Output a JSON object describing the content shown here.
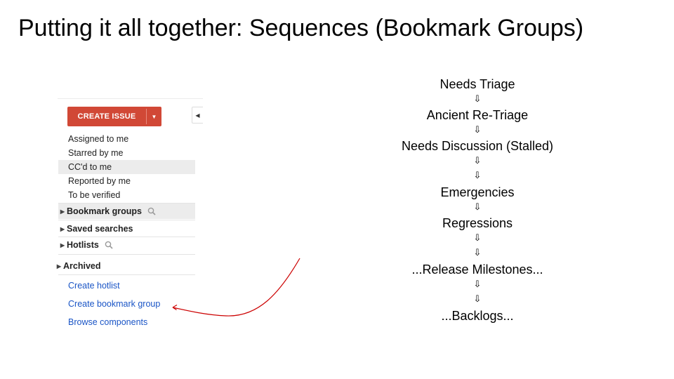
{
  "slide": {
    "title": "Putting it all together: Sequences (Bookmark Groups)"
  },
  "sidebar": {
    "create_button": "CREATE ISSUE",
    "dropdown_icon": "caret-down",
    "collapse_icon": "caret-left",
    "items": [
      {
        "label": "Assigned to me",
        "selected": false
      },
      {
        "label": "Starred by me",
        "selected": false
      },
      {
        "label": "CC'd to me",
        "selected": true
      },
      {
        "label": "Reported by me",
        "selected": false
      },
      {
        "label": "To be verified",
        "selected": false
      }
    ],
    "sections": [
      {
        "label": "Bookmark groups",
        "has_search": true,
        "highlighted": true
      },
      {
        "label": "Saved searches",
        "has_search": false,
        "highlighted": false
      },
      {
        "label": "Hotlists",
        "has_search": true,
        "highlighted": false
      }
    ],
    "archived": "Archived",
    "links": [
      "Create hotlist",
      "Create bookmark group",
      "Browse components"
    ]
  },
  "sequence": {
    "arrow_glyph": "⇩",
    "steps": [
      "Needs Triage",
      "Ancient Re-Triage",
      "Needs Discussion (Stalled)",
      "Emergencies",
      "Regressions",
      "...Release Milestones...",
      "...Backlogs..."
    ]
  },
  "colors": {
    "create_button": "#d14836",
    "link": "#1a55c6",
    "annotation_arrow": "#cc0000",
    "highlight": "#ececec"
  }
}
